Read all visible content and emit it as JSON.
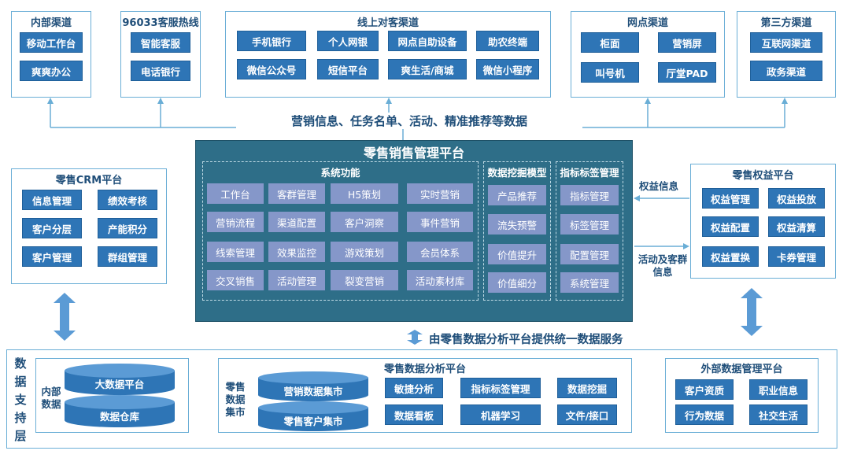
{
  "colors": {
    "frame_border": "#6aaed6",
    "button": "#2e75b6",
    "panel": "#2e6e88",
    "purple_button": "#8597c9",
    "text_dark": "#1f4e79",
    "arrow": "#6aaed6"
  },
  "top_channels": {
    "internal": {
      "title": "内部渠道",
      "items": [
        "移动工作台",
        "爽爽办公"
      ]
    },
    "hotline": {
      "title": "96033客服热线",
      "items": [
        "智能客服",
        "电话银行"
      ]
    },
    "online": {
      "title": "线上对客渠道",
      "items": [
        "手机银行",
        "个人网银",
        "网点自助设备",
        "助农终端",
        "微信公众号",
        "短信平台",
        "爽生活/商城",
        "微信小程序"
      ]
    },
    "outlet": {
      "title": "网点渠道",
      "items": [
        "柜面",
        "营销屏",
        "叫号机",
        "厅堂PAD"
      ]
    },
    "third_party": {
      "title": "第三方渠道",
      "items": [
        "互联网渠道",
        "政务渠道"
      ]
    }
  },
  "top_flow_label": "营销信息、任务名单、活动、精准推荐等数据",
  "main_platform": {
    "title": "零售销售管理平台",
    "system": {
      "title": "系统功能",
      "items": [
        "工作台",
        "客群管理",
        "H5策划",
        "实时营销",
        "营销流程",
        "渠道配置",
        "客户洞察",
        "事件营销",
        "线索管理",
        "效果监控",
        "游戏策划",
        "会员体系",
        "交叉销售",
        "活动管理",
        "裂变营销",
        "活动素材库"
      ]
    },
    "mining": {
      "title": "数据挖掘模型",
      "items": [
        "产品推荐",
        "流失预警",
        "价值提升",
        "价值细分"
      ]
    },
    "tags": {
      "title": "指标标签管理",
      "items": [
        "指标管理",
        "标签管理",
        "配置管理",
        "系统管理"
      ]
    }
  },
  "crm": {
    "title": "零售CRM平台",
    "items": [
      "信息管理",
      "绩效考核",
      "客户分层",
      "产能积分",
      "客户管理",
      "群组管理"
    ]
  },
  "rights": {
    "title": "零售权益平台",
    "items": [
      "权益管理",
      "权益投放",
      "权益配置",
      "权益清算",
      "权益置换",
      "卡券管理"
    ]
  },
  "rights_flow_label": "权益信息",
  "activity_flow_label": "活动及客群信息",
  "analysis_service_label": "由零售数据分析平台提供统一数据服务",
  "bottom": {
    "side_label": "数据支持层",
    "internal_label": "内部数据",
    "internal_items": [
      "大数据平台",
      "数据仓库"
    ],
    "analysis": {
      "title": "零售数据分析平台",
      "side_label": "零售数据集市",
      "marts": [
        "营销数据集市",
        "零售客户集市"
      ],
      "items": [
        "敏捷分析",
        "指标标签管理",
        "数据挖掘",
        "数据看板",
        "机器学习",
        "文件/接口"
      ]
    },
    "external": {
      "title": "外部数据管理平台",
      "items": [
        "客户资质",
        "职业信息",
        "行为数据",
        "社交生活"
      ]
    }
  }
}
